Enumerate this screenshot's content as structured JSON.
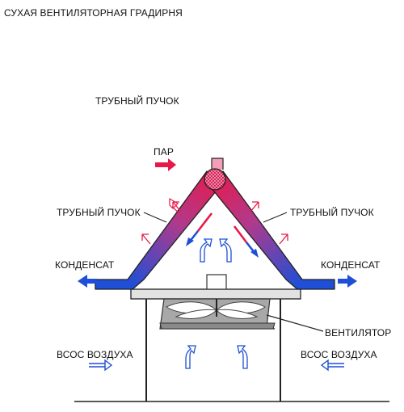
{
  "title": "СУХАЯ ВЕНТИЛЯТОРНАЯ ГРАДИРНЯ",
  "labels": {
    "tube_bundle_top": "ТРУБНЫЙ ПУЧОК",
    "steam": "ПАР",
    "tube_bundle_left": "ТРУБНЫЙ ПУЧОК",
    "tube_bundle_right": "ТРУБНЫЙ ПУЧОК",
    "condensate_left": "КОНДЕНСАТ",
    "condensate_right": "КОНДЕНСАТ",
    "fan": "ВЕНТИЛЯТОР",
    "air_intake_left": "ВСОС ВОЗДУХА",
    "air_intake_right": "ВСОС ВОЗДУХА"
  },
  "colors": {
    "hot": "#e8194a",
    "cold": "#1e4fd6",
    "line": "#222222",
    "fan_body": "#9a9a9a",
    "deck": "#cfcfcf"
  }
}
